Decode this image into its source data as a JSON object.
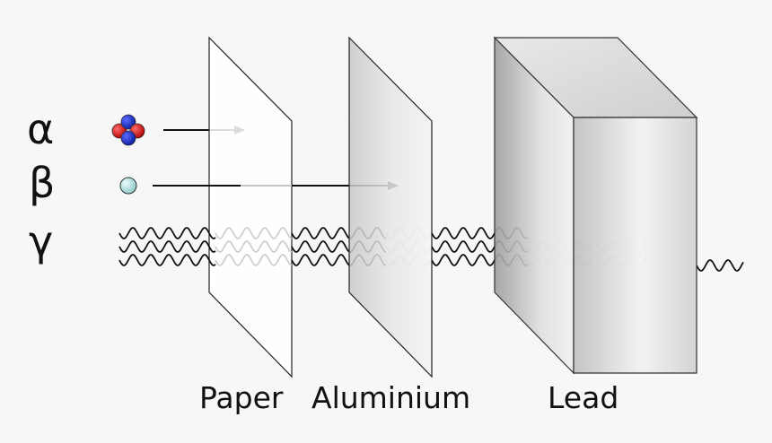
{
  "radiation": {
    "alpha": {
      "symbol": "α"
    },
    "beta": {
      "symbol": "β"
    },
    "gamma": {
      "symbol": "γ"
    }
  },
  "barriers": {
    "paper": {
      "label": "Paper"
    },
    "aluminium": {
      "label": "Aluminium"
    },
    "lead": {
      "label": "Lead"
    }
  },
  "colors": {
    "background": "#f7f7f7",
    "proton": "#d11a1a",
    "neutron": "#1a2fc8",
    "electron": "#b8e3e3",
    "ink": "#111111"
  }
}
